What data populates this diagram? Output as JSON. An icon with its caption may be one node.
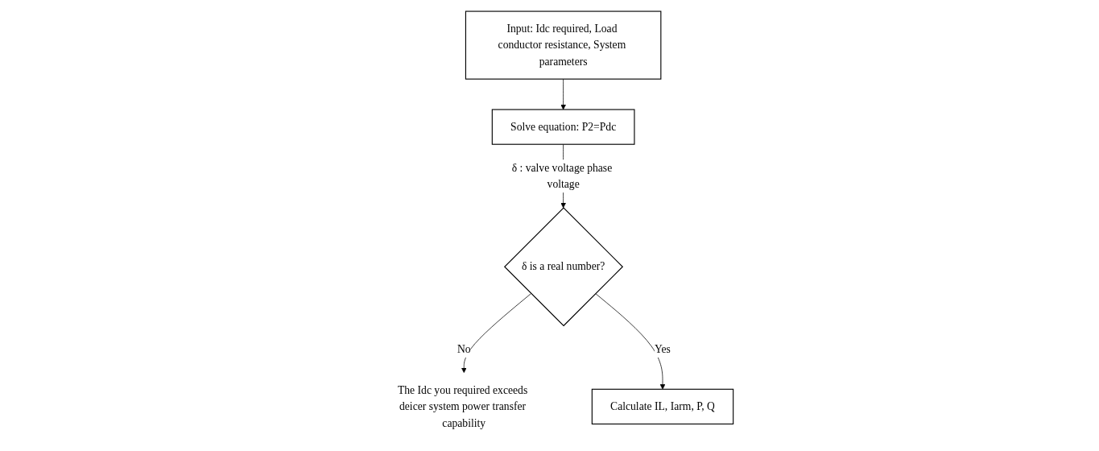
{
  "diagram": {
    "nodes": [
      {
        "text": [
          "Input: Idc required, Load conductor resistance, System parameters"
        ]
      },
      {
        "text": [
          "Solve equation: P2=Pdc"
        ]
      },
      {
        "text": [
          "δ is a real number?"
        ]
      },
      {
        "text": [
          "The Idc you required exceeds deicer system power transfer capability"
        ]
      },
      {
        "text": [
          "Calculate IL, Iarm, P, Q"
        ]
      }
    ],
    "edges": [
      {
        "from": 0,
        "to": 1,
        "arrow": "to"
      },
      {
        "from": 1,
        "to": 2,
        "arrow": "to",
        "label": "δ : valve voltage phase voltage"
      },
      {
        "from": 2,
        "to": 3,
        "arrow": "to",
        "label": "No"
      },
      {
        "from": 2,
        "to": 4,
        "arrow": "to",
        "label": "Yes"
      }
    ]
  }
}
